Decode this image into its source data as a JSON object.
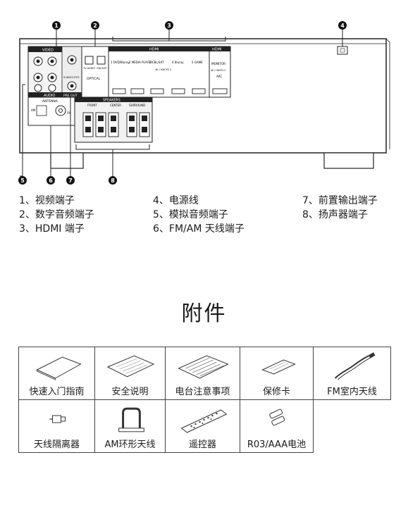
{
  "diagram": {
    "callouts": [
      "1",
      "2",
      "3",
      "4",
      "5",
      "6",
      "7",
      "8"
    ],
    "panel_labels": {
      "video": "VIDEO",
      "hdmi": "HDMI",
      "hdmi_out": "HDMI",
      "monitor": "MONITOR",
      "monitor_sub": "4K / HDCP2.2",
      "arc": "ARC",
      "hdmi_inputs": [
        "1  DVD/Bluray",
        "2  MEDIA PLAYER",
        "3  CBL/SAT",
        "4  Bluray",
        "5  GAME"
      ],
      "hdmi_sub": "4K / HDCP2.2",
      "optical": "OPTICAL",
      "optical_tv": "TV AUDIO",
      "optical_cbl": "CBL/SAT",
      "pre_out": "PRE OUT",
      "subwoofer": "SUBWOOFER",
      "audio": "AUDIO",
      "antenna": "ANTENNA",
      "am": "AM",
      "fm": "FM",
      "speakers": "SPEAKERS",
      "front": "FRONT",
      "center": "CENTER",
      "surround": "SURROUND"
    }
  },
  "legend": [
    [
      "1、视频端子",
      "2、数字音频端子",
      "3、HDMI 端子"
    ],
    [
      "4、电源线",
      "5、模拟音频端子",
      "6、FM/AM 天线端子"
    ],
    [
      "7、前置输出端子",
      "8、扬声器端子"
    ]
  ],
  "accessories": {
    "title": "附件",
    "row1": [
      {
        "label": "快速入门指南",
        "icon": "booklet-icon"
      },
      {
        "label": "安全说明",
        "icon": "document-icon"
      },
      {
        "label": "电台注意事项",
        "icon": "document-icon"
      },
      {
        "label": "保修卡",
        "icon": "card-icon"
      },
      {
        "label": "FM室内天线",
        "icon": "antenna-cable-icon"
      }
    ],
    "row2": [
      {
        "label": "天线隔离器",
        "icon": "isolator-icon"
      },
      {
        "label": "AM环形天线",
        "icon": "loop-antenna-icon"
      },
      {
        "label": "遥控器",
        "icon": "remote-icon"
      },
      {
        "label": "R03/AAA电池",
        "icon": "battery-icon"
      }
    ]
  }
}
